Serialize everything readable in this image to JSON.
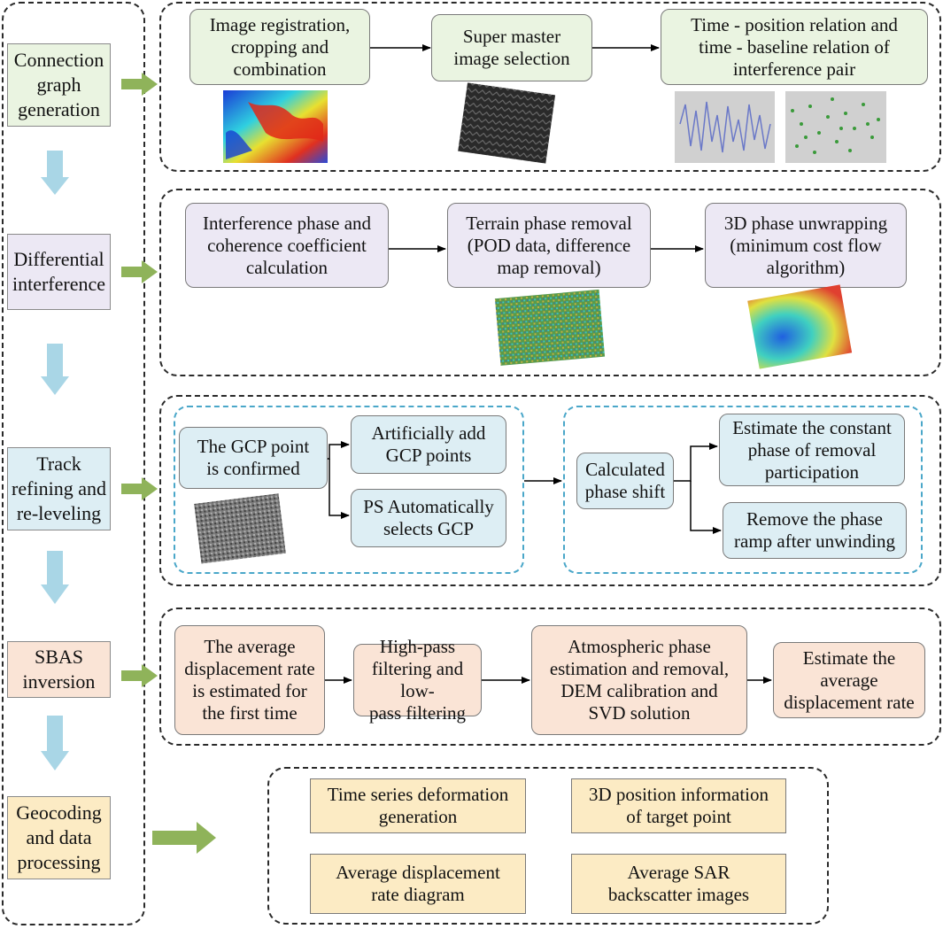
{
  "steps": [
    {
      "label": "Connection\ngraph\ngeneration"
    },
    {
      "label": "Differential\ninterference"
    },
    {
      "label": "Track\nrefining and\nre-leveling"
    },
    {
      "label": "SBAS\ninversion"
    },
    {
      "label": "Geocoding\nand data\nprocessing"
    }
  ],
  "connection_graph": {
    "registration": "Image registration,\ncropping and\ncombination",
    "super_master": "Super master\nimage selection",
    "time_relation": "Time - position relation and\ntime - baseline relation of\ninterference pair"
  },
  "differential": {
    "phase": "Interference phase and\ncoherence coefficient\ncalculation",
    "terrain": "Terrain phase removal\n(POD data, difference\nmap removal)",
    "unwrap": "3D phase unwrapping\n(minimum cost flow\nalgorithm)"
  },
  "track": {
    "gcp_confirmed": "The GCP point\nis confirmed",
    "add_gcp": "Artificially add\nGCP points",
    "ps_gcp": "PS Automatically\nselects GCP",
    "phase_shift": "Calculated\nphase shift",
    "constant_phase": "Estimate the constant\nphase of removal\nparticipation",
    "phase_ramp": "Remove the phase\nramp after unwinding"
  },
  "sbas": {
    "first_rate": "The average\ndisplacement rate\nis estimated for\nthe first time",
    "filtering": "High-pass\nfiltering and low-\npass filtering",
    "atmospheric": "Atmospheric phase\nestimation and removal,\nDEM calibration and\nSVD solution",
    "estimate_rate": "Estimate the\naverage\ndisplacement rate"
  },
  "geocoding": {
    "deformation": "Time series deformation\ngeneration",
    "position": "3D position information\nof target point",
    "rate_diagram": "Average displacement\nrate diagram",
    "backscatter": "Average SAR\nbackscatter images"
  },
  "colors": {
    "green": "#eaf4e1",
    "purple": "#ece8f4",
    "blue": "#ddeef4",
    "orange": "#fae4d6",
    "yellow": "#fcebc4",
    "arrow_green": "#8fb35a",
    "arrow_blue": "#a9d6e6"
  }
}
